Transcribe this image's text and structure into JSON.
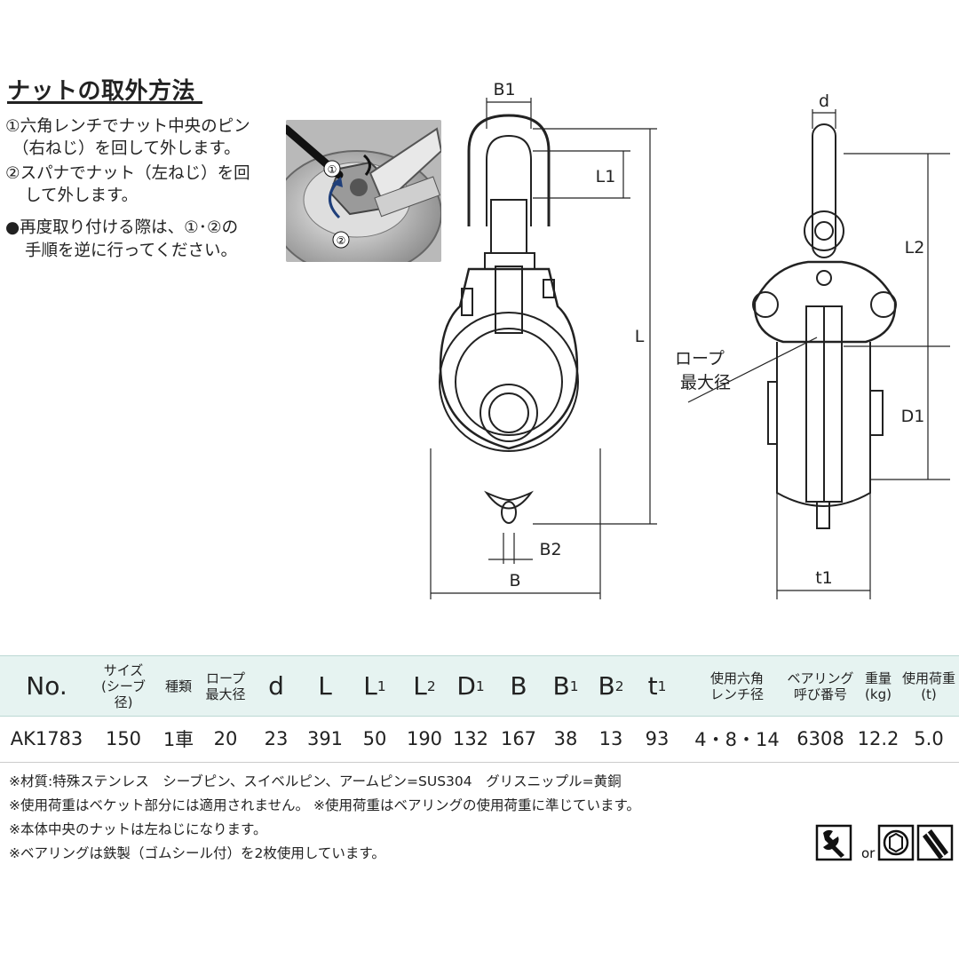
{
  "instructions": {
    "title": "ナットの取外方法",
    "lines": [
      "①六角レンチでナット中央のピン",
      "（右ねじ）を回して外します。",
      "②スパナでナット（左ねじ）を回",
      "して外します。",
      "●再度取り付ける際は、①･②の",
      "手順を逆に行ってください。"
    ],
    "photo_markers": [
      "①",
      "②"
    ]
  },
  "drawing": {
    "labels": {
      "b1": "B1",
      "l1": "L1",
      "l": "L",
      "b2": "B2",
      "b": "B",
      "d": "d",
      "l2": "L2",
      "d1": "D1",
      "t1": "t1",
      "rope_line1": "ロープ",
      "rope_line2": "最大径"
    }
  },
  "table": {
    "headers": [
      {
        "main": "No."
      },
      {
        "main": "サイズ",
        "sub": "(シーブ径)"
      },
      {
        "main": "種類"
      },
      {
        "main": "ロープ",
        "sub": "最大径"
      },
      {
        "main": "d"
      },
      {
        "main": "L"
      },
      {
        "main": "L",
        "suffix": "1"
      },
      {
        "main": "L",
        "suffix": "2"
      },
      {
        "main": "D",
        "suffix": "1"
      },
      {
        "main": "B"
      },
      {
        "main": "B",
        "suffix": "1"
      },
      {
        "main": "B",
        "suffix": "2"
      },
      {
        "main": "t",
        "suffix": "1"
      },
      {
        "main": "使用六角",
        "sub": "レンチ径"
      },
      {
        "main": "ベアリング",
        "sub": "呼び番号"
      },
      {
        "main": "重量",
        "sub": "(kg)"
      },
      {
        "main": "使用荷重",
        "sub": "(t)"
      }
    ],
    "row": [
      "AK1783",
      "150",
      "1車",
      "20",
      "23",
      "391",
      "50",
      "190",
      "132",
      "167",
      "38",
      "13",
      "93",
      "4・8・14",
      "6308",
      "12.2",
      "5.0"
    ]
  },
  "notes": [
    "※材質:特殊ステンレス　シーブピン、スイベルピン、アームピン=SUS304　グリスニップル=黄銅",
    "※使用荷重はベケット部分には適用されません。 ※使用荷重はベアリングの使用荷重に準じています。",
    "※本体中央のナットは左ねじになります。",
    "※ベアリングは鉄製（ゴムシール付）を2枚使用しています。"
  ],
  "icons": {
    "wrench_icon": "wrench-icon",
    "or_text": "or",
    "socket_icon": "socket-icon",
    "hex_key_icon": "hex-key-icon"
  }
}
